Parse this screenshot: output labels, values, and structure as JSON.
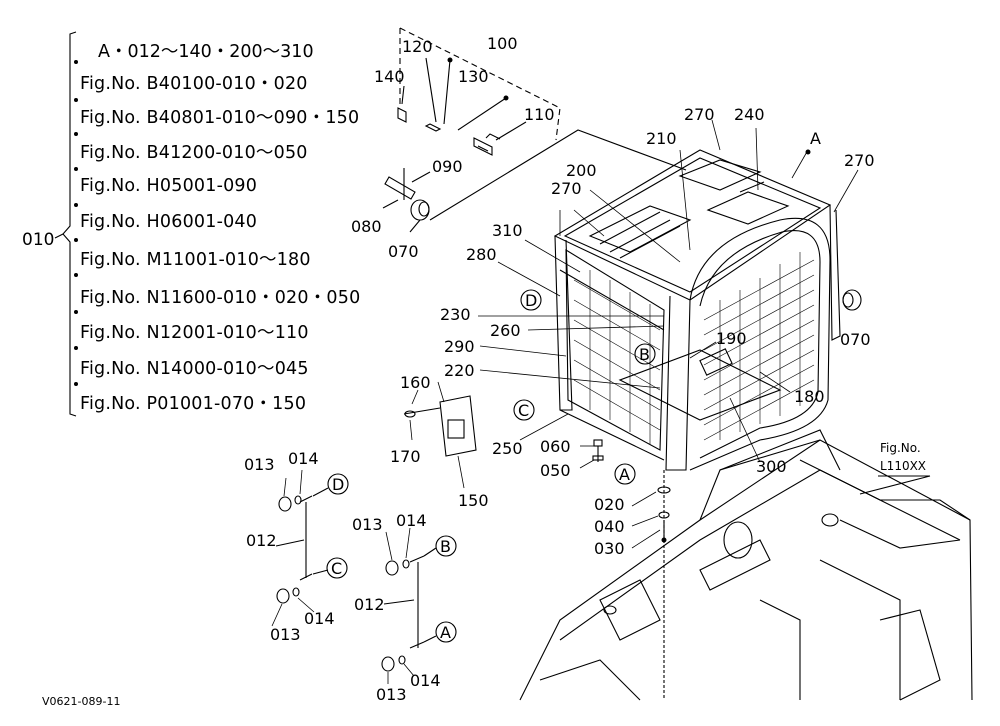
{
  "header_line": "A・012～140・200～310",
  "group_label": "010",
  "fig_refs": [
    "Fig.No.  B40100-010・020",
    "Fig.No.  B40801-010～090・150",
    "Fig.No.  B41200-010～050",
    "Fig.No.  H05001-090",
    "Fig.No.  H06001-040",
    "Fig.No.  M11001-010～180",
    "Fig.No.  N11600-010・020・050",
    "Fig.No.  N12001-010～110",
    "Fig.No.  N14000-010～045",
    "Fig.No.  P01001-070・150"
  ],
  "callouts": {
    "c100": "100",
    "c120": "120",
    "c140": "140",
    "c130": "130",
    "c110": "110",
    "c090": "090",
    "c080": "080",
    "c070a": "070",
    "c070b": "070",
    "c210": "210",
    "c270a": "270",
    "c270b": "270",
    "c270c": "270",
    "c240": "240",
    "cA": "A",
    "c200": "200",
    "c310": "310",
    "c280": "280",
    "c230": "230",
    "c260": "260",
    "c290": "290",
    "c220": "220",
    "c190": "190",
    "c180": "180",
    "c160": "160",
    "c170": "170",
    "c150": "150",
    "c250": "250",
    "c060": "060",
    "c050": "050",
    "c300": "300",
    "c020": "020",
    "c040": "040",
    "c030": "030",
    "c013a": "013",
    "c014a": "014",
    "c012a": "012",
    "c013b": "013",
    "c014b": "014",
    "c013c": "013",
    "c014c": "014",
    "c012b": "012",
    "c013d": "013",
    "c014d": "014"
  },
  "circle_labels": {
    "D1": "D",
    "B1": "B",
    "C1": "C",
    "A1": "A",
    "D2": "D",
    "C2": "C",
    "B2": "B",
    "A2": "A"
  },
  "figref_box": {
    "line1": "Fig.No.",
    "line2": "L110XX"
  },
  "footer_code": "V0621-089-11"
}
